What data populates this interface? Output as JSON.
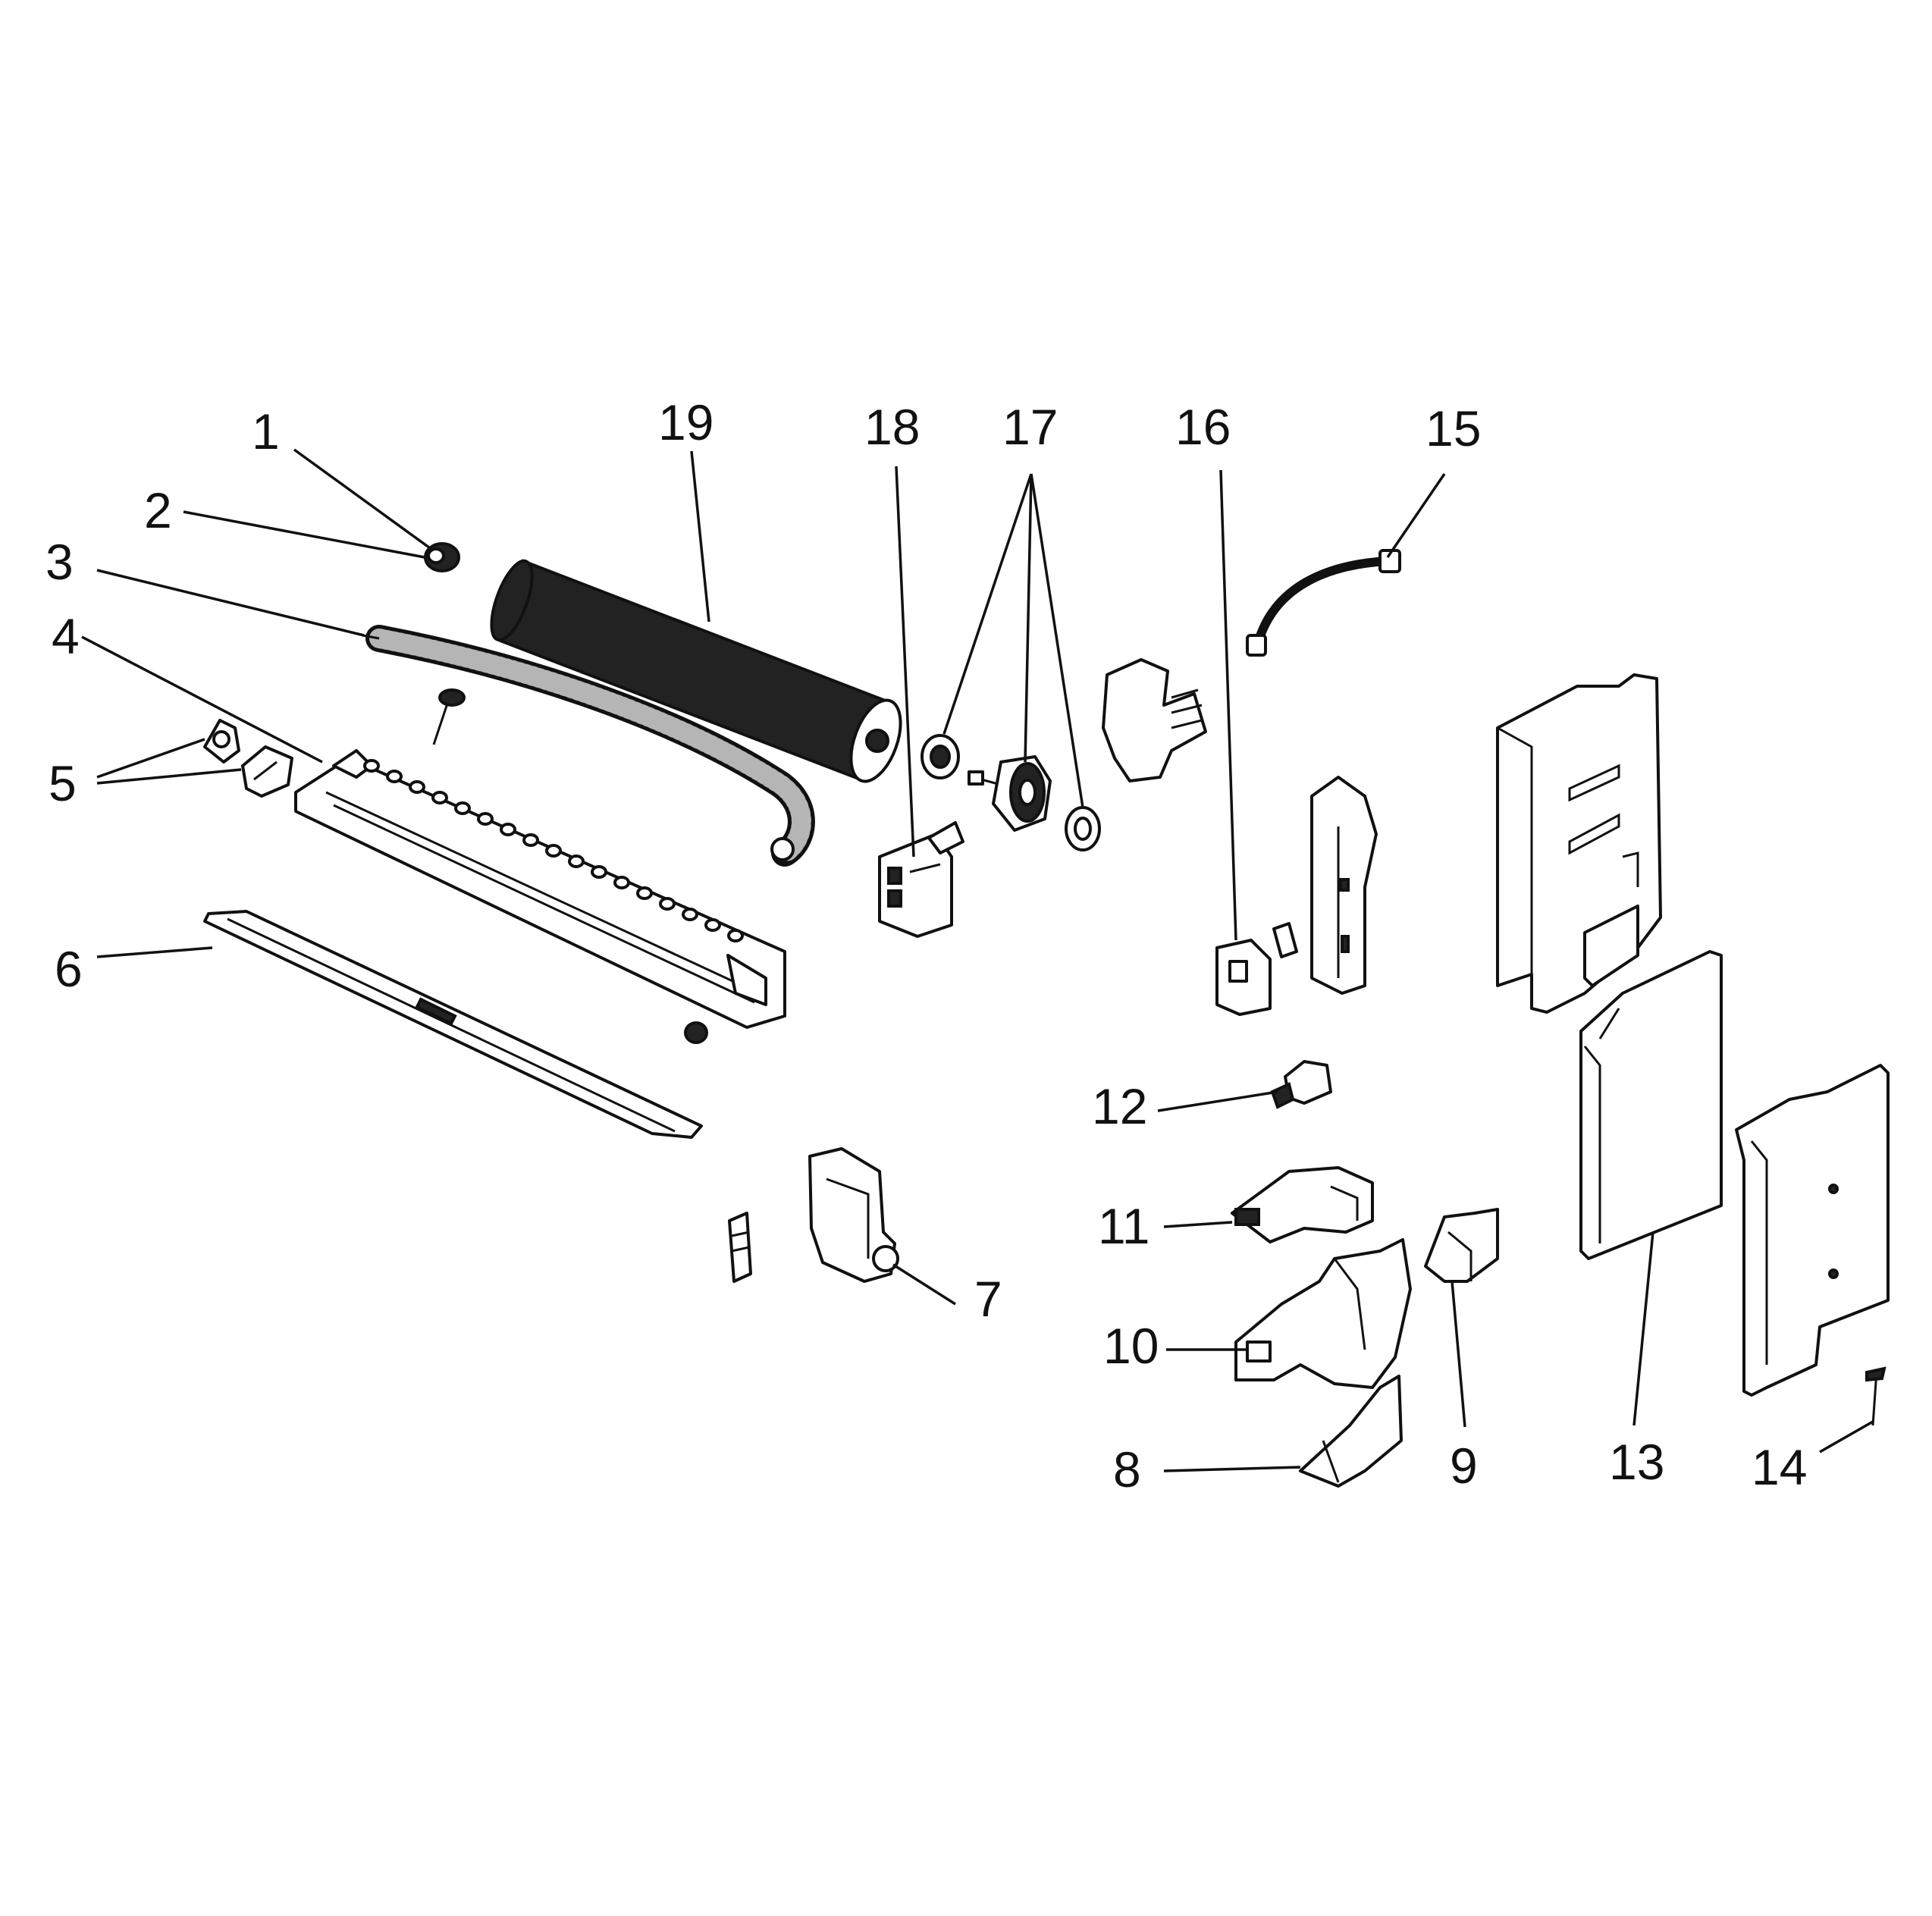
{
  "callouts": [
    "1",
    "2",
    "3",
    "4",
    "5",
    "6",
    "7",
    "8",
    "9",
    "10",
    "11",
    "12",
    "13",
    "14",
    "15",
    "16",
    "17",
    "18",
    "19"
  ],
  "colors": {
    "line": "#111111",
    "background": "#ffffff",
    "fill_dark": "#222222",
    "fill_grey": "#9a9a9a"
  }
}
